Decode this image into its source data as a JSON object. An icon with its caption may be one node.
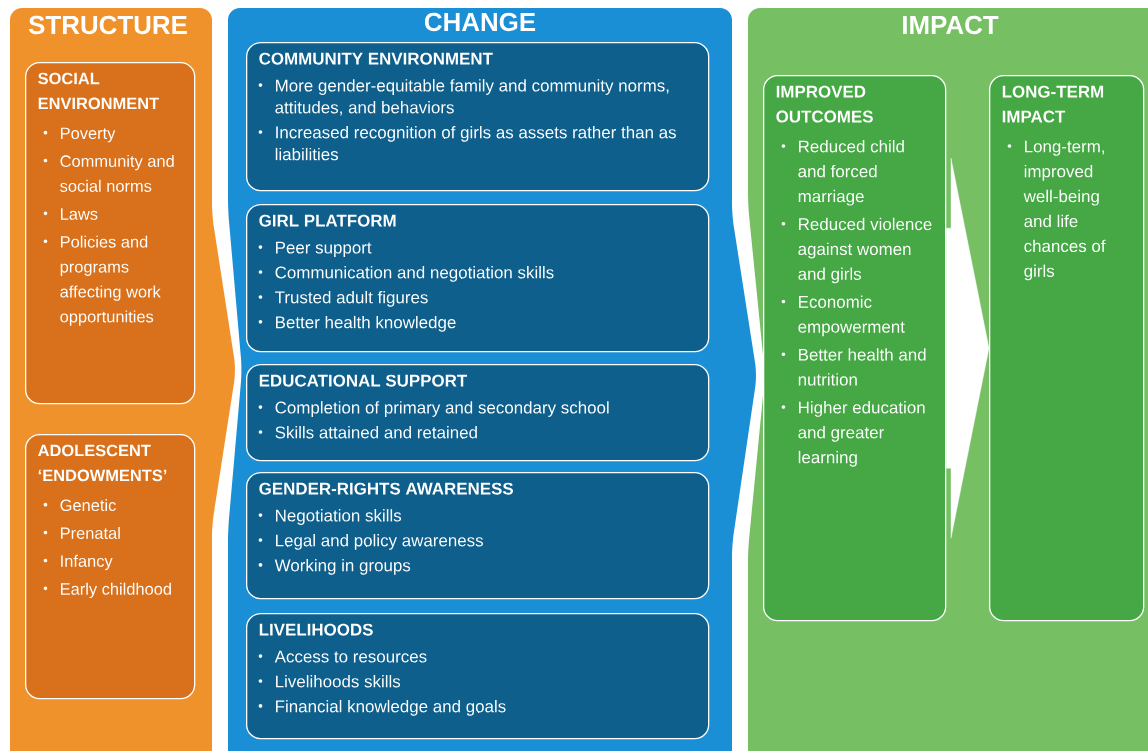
{
  "diagram": {
    "nodes": [
      {
        "text": [
          "STRUCTURE"
        ]
      },
      {
        "text": [
          "SOCIAL ENVIRONMENT",
          "Poverty",
          "Community and social norms",
          "Laws",
          "Policies and programs affecting work opportunities"
        ],
        "in": 0
      },
      {
        "text": [
          "ADOLESCENT ‘ENDOWMENTS’",
          "Genetic",
          "Prenatal",
          "Infancy",
          "Early childhood"
        ],
        "in": 0
      },
      {
        "text": [
          "CHANGE"
        ]
      },
      {
        "text": [
          "COMMUNITY ENVIRONMENT",
          "More gender-equitable family and community norms, attitudes, and behaviors",
          "Increased recognition of girls as assets rather than as liabilities"
        ],
        "in": 3
      },
      {
        "text": [
          "GIRL PLATFORM",
          "Peer support",
          "Communication and negotiation skills",
          "Trusted adult figures",
          "Better health knowledge"
        ],
        "in": 3
      },
      {
        "text": [
          "EDUCATIONAL SUPPORT",
          "Completion of primary and secondary school",
          "Skills attained and retained"
        ],
        "in": 3
      },
      {
        "text": [
          "GENDER-RIGHTS AWARENESS",
          "Negotiation skills",
          "Legal and policy awareness",
          "Working in groups"
        ],
        "in": 3
      },
      {
        "text": [
          "LIVELIHOODS",
          "Access to resources",
          "Livelihoods skills",
          "Financial knowledge and goals"
        ],
        "in": 3
      },
      {
        "text": [
          "IMPACT"
        ]
      },
      {
        "text": [
          "IMPROVED OUTCOMES",
          "Reduced child and forced marriage",
          "Reduced violence against women and girls",
          "Economic empowerment",
          "Better health and nutrition",
          "Higher education and greater learning"
        ],
        "in": 9
      },
      {
        "text": [
          "LONG-TERM IMPACT",
          "Long-term, improved well-being and life chances of girls"
        ],
        "in": 9
      }
    ],
    "edges": [
      {
        "from": 10,
        "to": 11,
        "arrow": "to"
      }
    ]
  }
}
